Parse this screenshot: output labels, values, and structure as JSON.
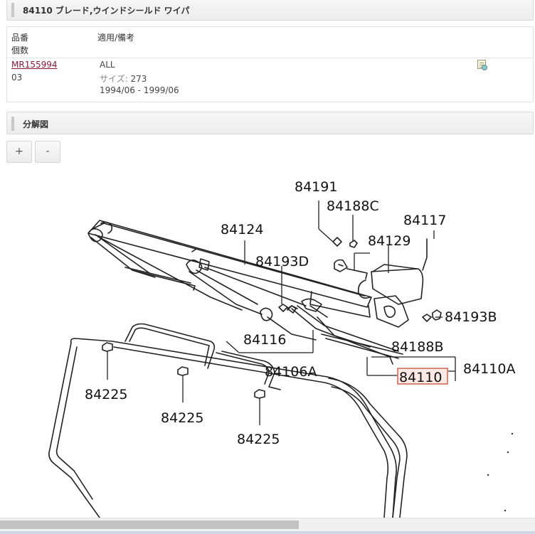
{
  "header": {
    "title": "84110 ブレード,ウインドシールド ワイパ"
  },
  "table": {
    "col_part": "品番",
    "col_qty": "個数",
    "col_note": "適用/備考",
    "row": {
      "part_no": "MR155994",
      "qty": "03",
      "applicability": "ALL",
      "size_label": "サイズ:",
      "size_value": "273",
      "period": "1994/06 - 1999/06"
    }
  },
  "diagram_section": {
    "title": "分解図"
  },
  "zoom": {
    "plus": "+",
    "minus": "-"
  },
  "diagram": {
    "callouts": [
      "84191",
      "84188C",
      "84117",
      "84124",
      "84129",
      "84193D",
      "84193B",
      "84116",
      "84188B",
      "84106A",
      "84110A",
      "84110",
      "84225",
      "84225",
      "84225"
    ],
    "highlight_color": "#e8a090"
  }
}
